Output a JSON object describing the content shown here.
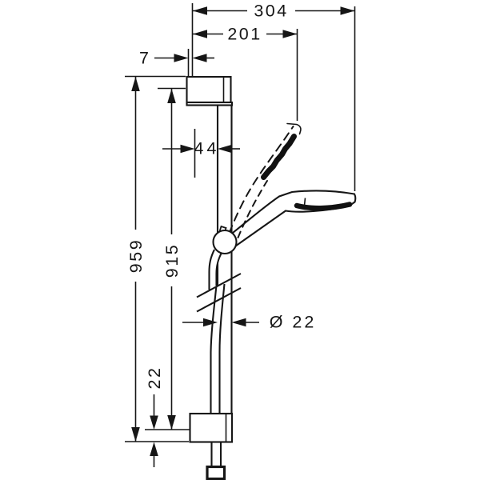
{
  "drawing": {
    "background_color": "#ffffff",
    "line_color": "#161616",
    "dimension_labels": {
      "overall_reach_top": "304",
      "raised_reach_top": "201",
      "wall_gap": "7",
      "bar_offset": "44",
      "bar_length": "959",
      "hole_spacing": "915",
      "bar_diameter": "Ø 22",
      "bottom_hole_offset": "22"
    },
    "parts": [
      "top-wall-bracket",
      "glide-bar",
      "slider-ball",
      "hand-shower-horizontal",
      "hand-shower-raised-dashed",
      "shower-hose",
      "break-marks",
      "bottom-wall-bracket",
      "hose-connector"
    ]
  }
}
